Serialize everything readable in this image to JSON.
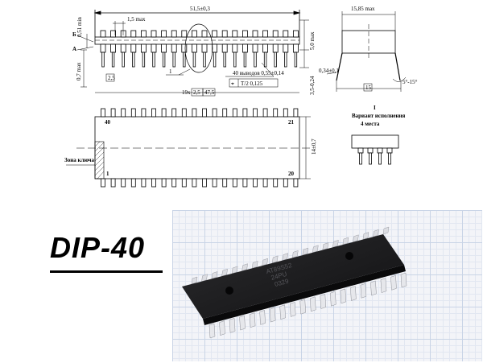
{
  "title": "DIP-40",
  "top_view": {
    "overall_length": "51,5±0,3",
    "tip_width": "1,5 max",
    "left_offset": "0,51 min",
    "mark_b": "Б",
    "mark_a": "А",
    "lead_length": "0,7 max",
    "pitch": "2,5",
    "callout": "1",
    "pins_text": "40 выводов 0,55±0,14",
    "tolerance": "T/2 0,125",
    "pin_span_prefix": "19x",
    "pin_span_mid": "2,5",
    "pin_span_end": "47,5",
    "body_height": "5,0 max",
    "seat_height": "3,5-0,24"
  },
  "side_view": {
    "width": "15,85 max",
    "lead_thickness": "0,34±0,1",
    "row_spacing": "15",
    "angle": "5°-15°"
  },
  "plan_view": {
    "pin_40": "40",
    "pin_21": "21",
    "pin_1": "1",
    "pin_20": "20",
    "width": "14±0,7",
    "key_zone": "Зона ключа"
  },
  "variant": {
    "num": "I",
    "line1": "Вариант исполнения",
    "line2": "4 места"
  },
  "photo": {
    "marking_1": "AT89S52",
    "marking_2": "24PU",
    "marking_3": "0329"
  }
}
